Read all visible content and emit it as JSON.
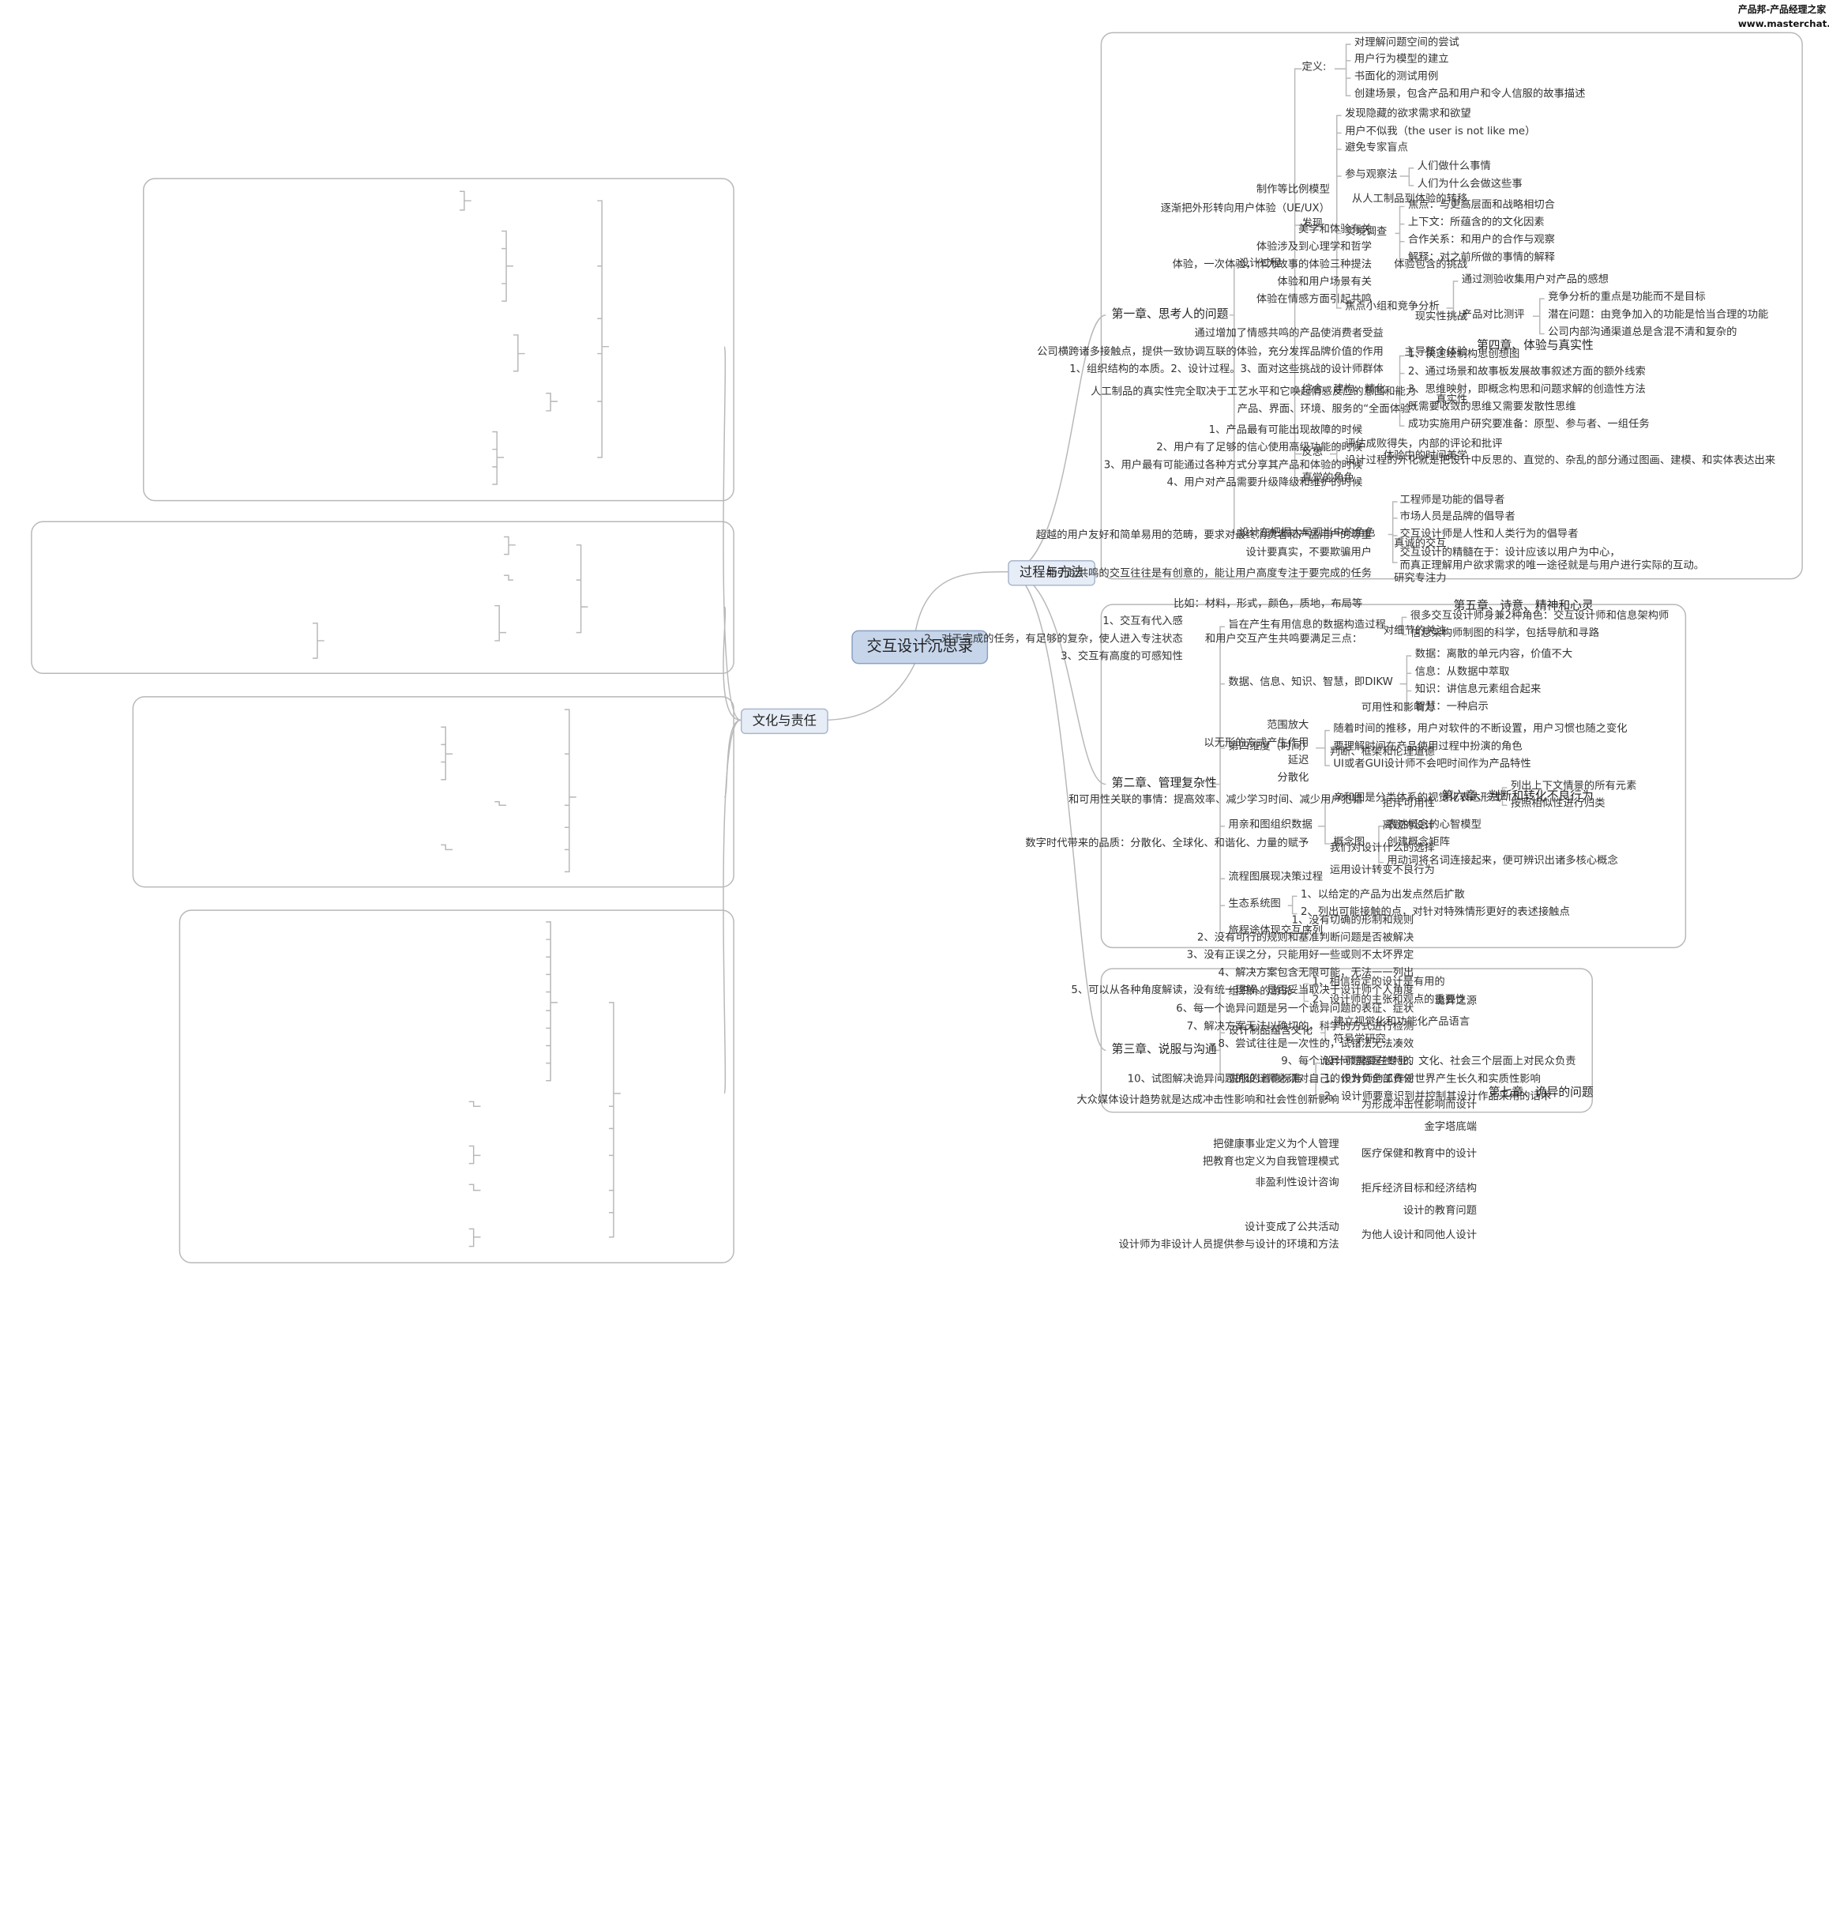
{
  "watermark": {
    "line1": "产品邦-产品经理之家",
    "line2": "www.masterchat.cn"
  },
  "center": "交互设计沉思录",
  "mains": {
    "process": "过程与方法",
    "culture": "文化与责任"
  },
  "ch1": {
    "title": "第一章、思考人的问题",
    "design_process": "设计过程",
    "definition": "定义:",
    "def_items": [
      "对理解问题空间的尝试",
      "用户行为模型的建立",
      "书面化的测试用例",
      "创建场景，包含产品和用户和令人信服的故事描述"
    ],
    "discovery": "发现",
    "disc_items": [
      "发现隐藏的欲求需求和欲望",
      "用户不似我（the user is not like me）",
      "避免专家盲点"
    ],
    "participate": "参与观察法",
    "participate_items": [
      "人们做什么事情",
      "人们为什么会做这些事"
    ],
    "field": "实境调查",
    "field_items": [
      "焦点：与更高层面和战略相切合",
      "上下文：所蕴含的的文化因素",
      "合作关系：和用户的合作与观察",
      "解释：对之前所做的事情的解释"
    ],
    "focus": "焦点小组和竞争分析",
    "focus_item": "通过测验收集用户对产品的感想",
    "compare": "产品对比测评",
    "compare_items": [
      "竞争分析的重点是功能而不是目标",
      "潜在问题：由竞争加入的功能是恰当合理的功能",
      "公司内部沟通渠道总是含混不清和复杂的"
    ],
    "synth": "综合、建构、精化",
    "synth_items": [
      "1、快速绘制构思创想图",
      "2、通过场景和故事板发展故事叙述方面的额外线索",
      "3、思维映射，即概念构思和问题求解的创造性方法",
      "既需要收敛的思维又需要发散性思维",
      "成功实施用户研究要准备：原型、参与者、一组任务"
    ],
    "reflect": "反思",
    "reflect_items": [
      "评估成败得失，内部的评论和批评",
      "设计过程的外化就是把设计中反思的、直觉的、杂乱的部分通过图画、建模、和实体表达出来"
    ],
    "intuition": "直觉的角色",
    "role": "设计在把握大局观当中的角色",
    "role_items": [
      "工程师是功能的倡导者",
      "市场人员是品牌的倡导者",
      "交互设计师是人性和人类行为的倡导者",
      "交互设计的精髓在于：设计应该以用户为中心，",
      "而真正理解用户欲求需求的唯一途径就是与用户进行实际的互动。"
    ]
  },
  "ch2": {
    "title": "第二章、管理复杂性",
    "purpose": "旨在产生有用信息的数据构造过程",
    "purpose_items": [
      "很多交互设计师身兼2种角色：交互设计师和信息架构师",
      "信息架构师制图的科学，包括导航和寻路"
    ],
    "dikw": "数据、信息、知识、智慧，即DIKW",
    "dikw_items": [
      "数据：离散的单元内容，价值不大",
      "信息：从数据中萃取",
      "知识：讲信息元素组合起来",
      "智慧：一种启示"
    ],
    "time": "第四维度（时间）",
    "time_items": [
      "随着时间的推移，用户对软件的不断设置，用户习惯也随之变化",
      "要理解时间在产品使用过程中扮演的角色",
      "UI或者GUI设计师不会吧时间作为产品特性"
    ],
    "affinity": "用亲和图组织数据",
    "aff_a": "亲和图是分类体系的视觉化表达形式",
    "aff_a_items": [
      "列出上下文情景的所有元素",
      "按照相似性进行归类"
    ],
    "concept": "概念图",
    "concept_items": [
      "表达概念的心智模型",
      "创建概念矩阵",
      "用动词将名词连接起来，便可辨识出诸多核心概念"
    ],
    "flow": "流程图展现决策过程",
    "eco": "生态系统图",
    "eco_items": [
      "1、以给定的产品为出发点然后扩散",
      "2、列出可能接触的点，对针对特殊情形更好的表述接触点"
    ],
    "journey": "旅程途体现交互序列"
  },
  "ch3": {
    "title": "第三章、说服与沟通",
    "org": "组织外的游说",
    "org_items": [
      "1、相信给定的设计是有用的",
      "2、设计师的主张和观点的重要性"
    ],
    "culture": "设计制品蕴含文化",
    "culture_items": [
      "建立视觉化和功能化产品语言",
      "符号学研究"
    ],
    "ethics": "说服的道德标准",
    "ethics_items": [
      "设计师需要在专业、文化、社会三个层面上对民众负责",
      "1、设计师的工作对世界产生长久和实质性影响",
      "2、设计师要意识到并控制其设计作品采用的话术"
    ]
  },
  "ch4": {
    "title": "第四章、体验与真实性",
    "trans": "从人工制品到体验的转移",
    "trans_items": [
      "制作等比例模型",
      "逐渐把外形转向用户体验（UE/UX）"
    ],
    "challenge": "体验包含的挑战",
    "challenge_items": [
      "美学和体验有关",
      "体验涉及到心理学和哲学",
      "体验，一次体验，作为故事的体验三种提法",
      "体验和用户场景有关",
      "体验在情感方面引起共鸣"
    ],
    "reality": "现实性挑战",
    "whole": "主导整个体验",
    "whole_items": [
      "通过增加了情感共鸣的产品使消费者受益",
      "公司横跨诸多接触点，提供一致协调互联的体验，充分发挥品牌价值的作用",
      "1、组织结构的本质。2、设计过程。3、面对这些挑战的设计师群体"
    ],
    "authentic": "真实性",
    "authentic_items": [
      "人工制品的真实性完全取决于工艺水平和它唤起情感反应的意图和能力",
      "产品、界面、环境、服务的“全面体验”"
    ],
    "time": "体验中的时间美学",
    "time_items": [
      "1、产品最有可能出现故障的时候",
      "2、用户有了足够的信心使用高级功能的时候",
      "3、用户最有可能通过各种方式分享其产品和体验的时候",
      "4、用户对产品需要升级降级和维护的时候"
    ]
  },
  "ch5": {
    "title": "第五章、诗意、精神和心灵",
    "honest": "真诚的交互",
    "honest_items": [
      "超越的用户友好和简单易用的范畴，要求对最终消费者和产品用户的尊重",
      "设计要真实，不要欺骗用户"
    ],
    "focus": "研究专注力",
    "focus_item": "能引起共鸣的交互往往是有创意的，能让用户高度专注于要完成的任务",
    "detail": "对细节的关注",
    "detail_item": "比如：材料，形式，颜色，质地，布局等",
    "resonance": "和用户交互产生共鸣要满足三点：",
    "resonance_items": [
      "1、交互有代入感",
      "2、对于完成的任务，有足够的复杂，使人进入专注状态",
      "3、交互有高度的可感知性"
    ]
  },
  "ch6": {
    "title": "第六章、判断和转化不良行为",
    "usability": "可用性和影响力",
    "judge": "判断、框架和伦理道德",
    "judge_items": [
      "范围放大",
      "以无形的方式产生作用",
      "延迟",
      "分散化"
    ],
    "reject": "拒斥可用性",
    "reject_item": "和可用性关联的事情：提高效率、减少学习时间、减少用户犯错",
    "distant": "离题的设计",
    "choice": "我们对设计什么的选择",
    "choice_item": "数字时代带来的品质：分散化、全球化、和谐化、力量的赋予",
    "use": "运用设计转变不良行为"
  },
  "ch7": {
    "title": "第七章、诡异的问题",
    "source": "诡异之源",
    "source_items": [
      "1、没有切确的形制和规则",
      "2、没有可行的规则和基准判断问题是否被解决",
      "3、没有正误之分，只能用好一些或则不太坏界定",
      "4、解决方案包含无限可能，无法一一列出",
      "5、可以从各种角度解读，没有统一理解。是否妥当取决于设计师个人角度",
      "6、每一个诡异问题是另一个诡异问题的表征、症状",
      "7、解决方案无法以确切的，科学的方式进行检测",
      "8、尝试往往是一次性的，试错法无法凑效",
      "9、每个诡异问题都是独特的",
      "10、试图解决诡异问题的设计师必须对自己的作为负全部责任"
    ],
    "impact": "为形成冲击性影响而设计",
    "impact_item": "大众媒体设计趋势就是达成冲击性影响和社会性创新影响",
    "pyramid": "金字塔底端",
    "health": "医疗保健和教育中的设计",
    "health_items": [
      "把健康事业定义为个人管理",
      "把教育也定义为自我管理模式"
    ],
    "reject": "拒斥经济目标和经济结构",
    "reject_item": "非盈利性设计咨询",
    "edu": "设计的教育问题",
    "others": "为他人设计和同他人设计",
    "others_items": [
      "设计变成了公共活动",
      "设计师为非设计人员提供参与设计的环境和方法"
    ]
  }
}
